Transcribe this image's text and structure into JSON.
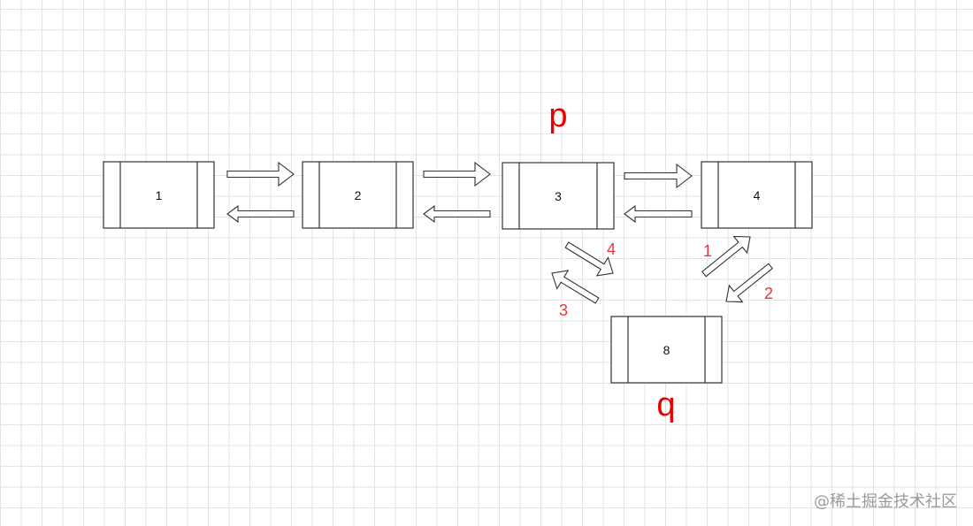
{
  "nodes": [
    {
      "id": "n1",
      "label": "1"
    },
    {
      "id": "n2",
      "label": "2"
    },
    {
      "id": "n3",
      "label": "3"
    },
    {
      "id": "n4",
      "label": "4"
    },
    {
      "id": "n8",
      "label": "8"
    }
  ],
  "pointers": {
    "p": "p",
    "q": "q"
  },
  "steps": {
    "s1": "1",
    "s2": "2",
    "s3": "3",
    "s4": "4"
  },
  "watermark": "@稀土掘金技术社区",
  "colors": {
    "step": "#e8383a",
    "pointer": "#e60000",
    "stroke": "#333333",
    "grid": "#e3e3e3"
  }
}
